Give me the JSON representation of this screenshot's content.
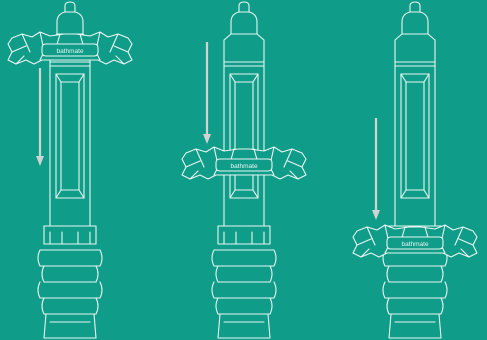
{
  "brand": {
    "label": "bathmate"
  },
  "colors": {
    "background": "#0f9c89",
    "outline": "#e9f6f2",
    "arrow": "#cfd4d3"
  },
  "steps": [
    {
      "gaiter_position": "top",
      "arrow_direction": "down"
    },
    {
      "gaiter_position": "middle",
      "arrow_direction": "down"
    },
    {
      "gaiter_position": "bottom",
      "arrow_direction": "down"
    }
  ]
}
